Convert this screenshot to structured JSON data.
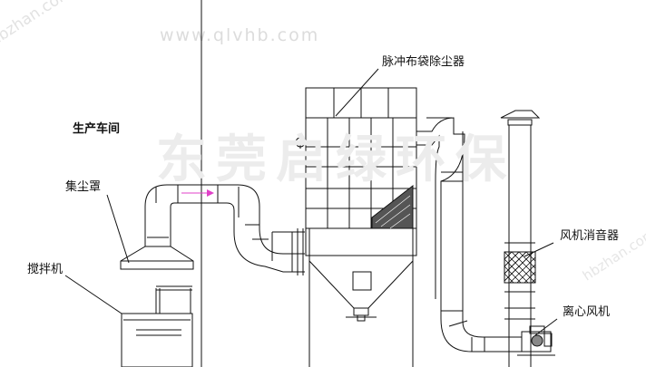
{
  "labels": {
    "workshop": "生产车间",
    "dust_hood": "集尘罩",
    "mixer": "搅拌机",
    "bag_filter": "脉冲布袋除尘器",
    "fan_silencer": "风机消音器",
    "centrifugal_fan": "离心风机"
  },
  "watermarks": {
    "brand": "东莞启绿环保",
    "url": "www.qlvhb.com",
    "diag_top_left": "hbzhan.com",
    "diag_bottom_right": "hbzhan.com"
  },
  "colors": {
    "line": "#111111",
    "airflow_arrow": "#e040c8",
    "watermark": "#e8e8e8"
  }
}
